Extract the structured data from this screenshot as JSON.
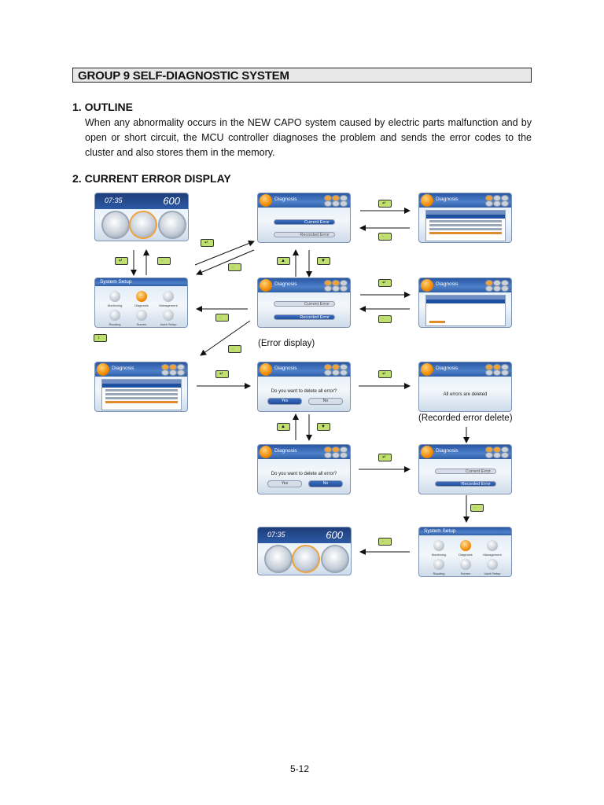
{
  "heading": "GROUP  9  SELF-DIAGNOSTIC SYSTEM",
  "outline": {
    "title": "1. OUTLINE",
    "body": "When any abnormality occurs in the NEW CAPO system caused by electric parts malfunction and by open or short circuit, the MCU controller diagnoses the problem and sends the error codes to the cluster and also stores them in the memory."
  },
  "current_error": {
    "title": "2. CURRENT ERROR DISPLAY"
  },
  "captions": {
    "error_display": "(Error display)",
    "recorded_delete": "(Recorded error delete)"
  },
  "screens": {
    "diagnosis_title": "Diagnosis",
    "system_setup_title": "System Setup",
    "current_error_btn": "Current Error",
    "recorded_error_btn": "Recorded Error",
    "delete_question": "Do you want to delete all error?",
    "yes": "Yes",
    "no": "No",
    "all_deleted": "All errors are deleted",
    "time": "07:35",
    "rpm": "600",
    "sys_labels": [
      "Monitoring",
      "Diagnosis",
      "Management",
      "Raoding",
      "Screen",
      "Useb Setup"
    ]
  },
  "page_number": "5-12"
}
